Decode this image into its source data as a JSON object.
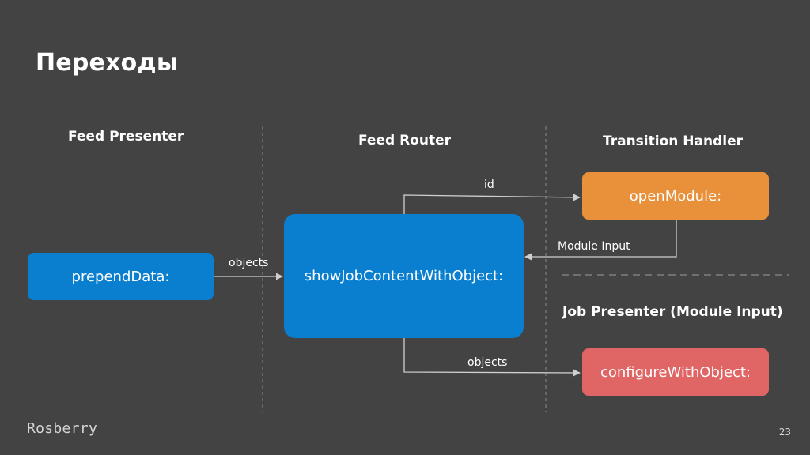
{
  "slide": {
    "title": "Переходы",
    "logo": "Rosberry",
    "page_number": "23"
  },
  "columns": {
    "feed_presenter": "Feed Presenter",
    "feed_router": "Feed Router",
    "transition_handler": "Transition Handler",
    "job_presenter": "Job Presenter (Module Input)"
  },
  "nodes": {
    "prepend_data": "prependData:",
    "show_job_content": "showJobContentWithObject:",
    "open_module": "openModule:",
    "configure_with_object": "configureWithObject:"
  },
  "edges": {
    "objects_in": "objects",
    "id": "id",
    "module_input": "Module Input",
    "objects_out": "objects"
  },
  "colors": {
    "background": "#434343",
    "blue": "#0a7fd0",
    "orange": "#e8913a",
    "red": "#e06565",
    "line": "#cfcfcf",
    "divider": "#8a8a8a"
  }
}
